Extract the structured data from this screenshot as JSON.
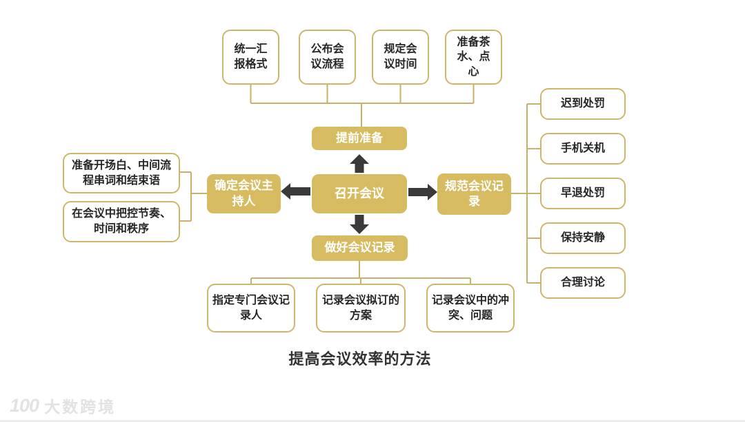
{
  "title": "提高会议效率的方法",
  "center": {
    "label": "召开会议"
  },
  "branches": {
    "top": {
      "label": "提前准备",
      "items": [
        "统一汇报格式",
        "公布会议流程",
        "规定会议时间",
        "准备茶水、点心"
      ]
    },
    "left": {
      "label": "确定会议主持人",
      "items": [
        "准备开场白、中间流程串词和结束语",
        "在会议中把控节奏、时间和秩序"
      ]
    },
    "right": {
      "label": "规范会议记录",
      "items": [
        "迟到处罚",
        "手机关机",
        "早退处罚",
        "保持安静",
        "合理讨论"
      ]
    },
    "bottom": {
      "label": "做好会议记录",
      "items": [
        "指定专门会议记录人",
        "记录会议拟订的方案",
        "记录会议中的冲突、问题"
      ]
    }
  },
  "watermark": {
    "number": "100",
    "brand": "大数跨境"
  },
  "colors": {
    "node_fill": "#d6bb60",
    "node_text": "#ffffff",
    "leaf_border": "#cdb56c",
    "leaf_text": "#262626",
    "connector": "#c9b069",
    "arrow": "#3a3a3a",
    "title_text": "#333333",
    "watermark": "#e2e2e2"
  }
}
